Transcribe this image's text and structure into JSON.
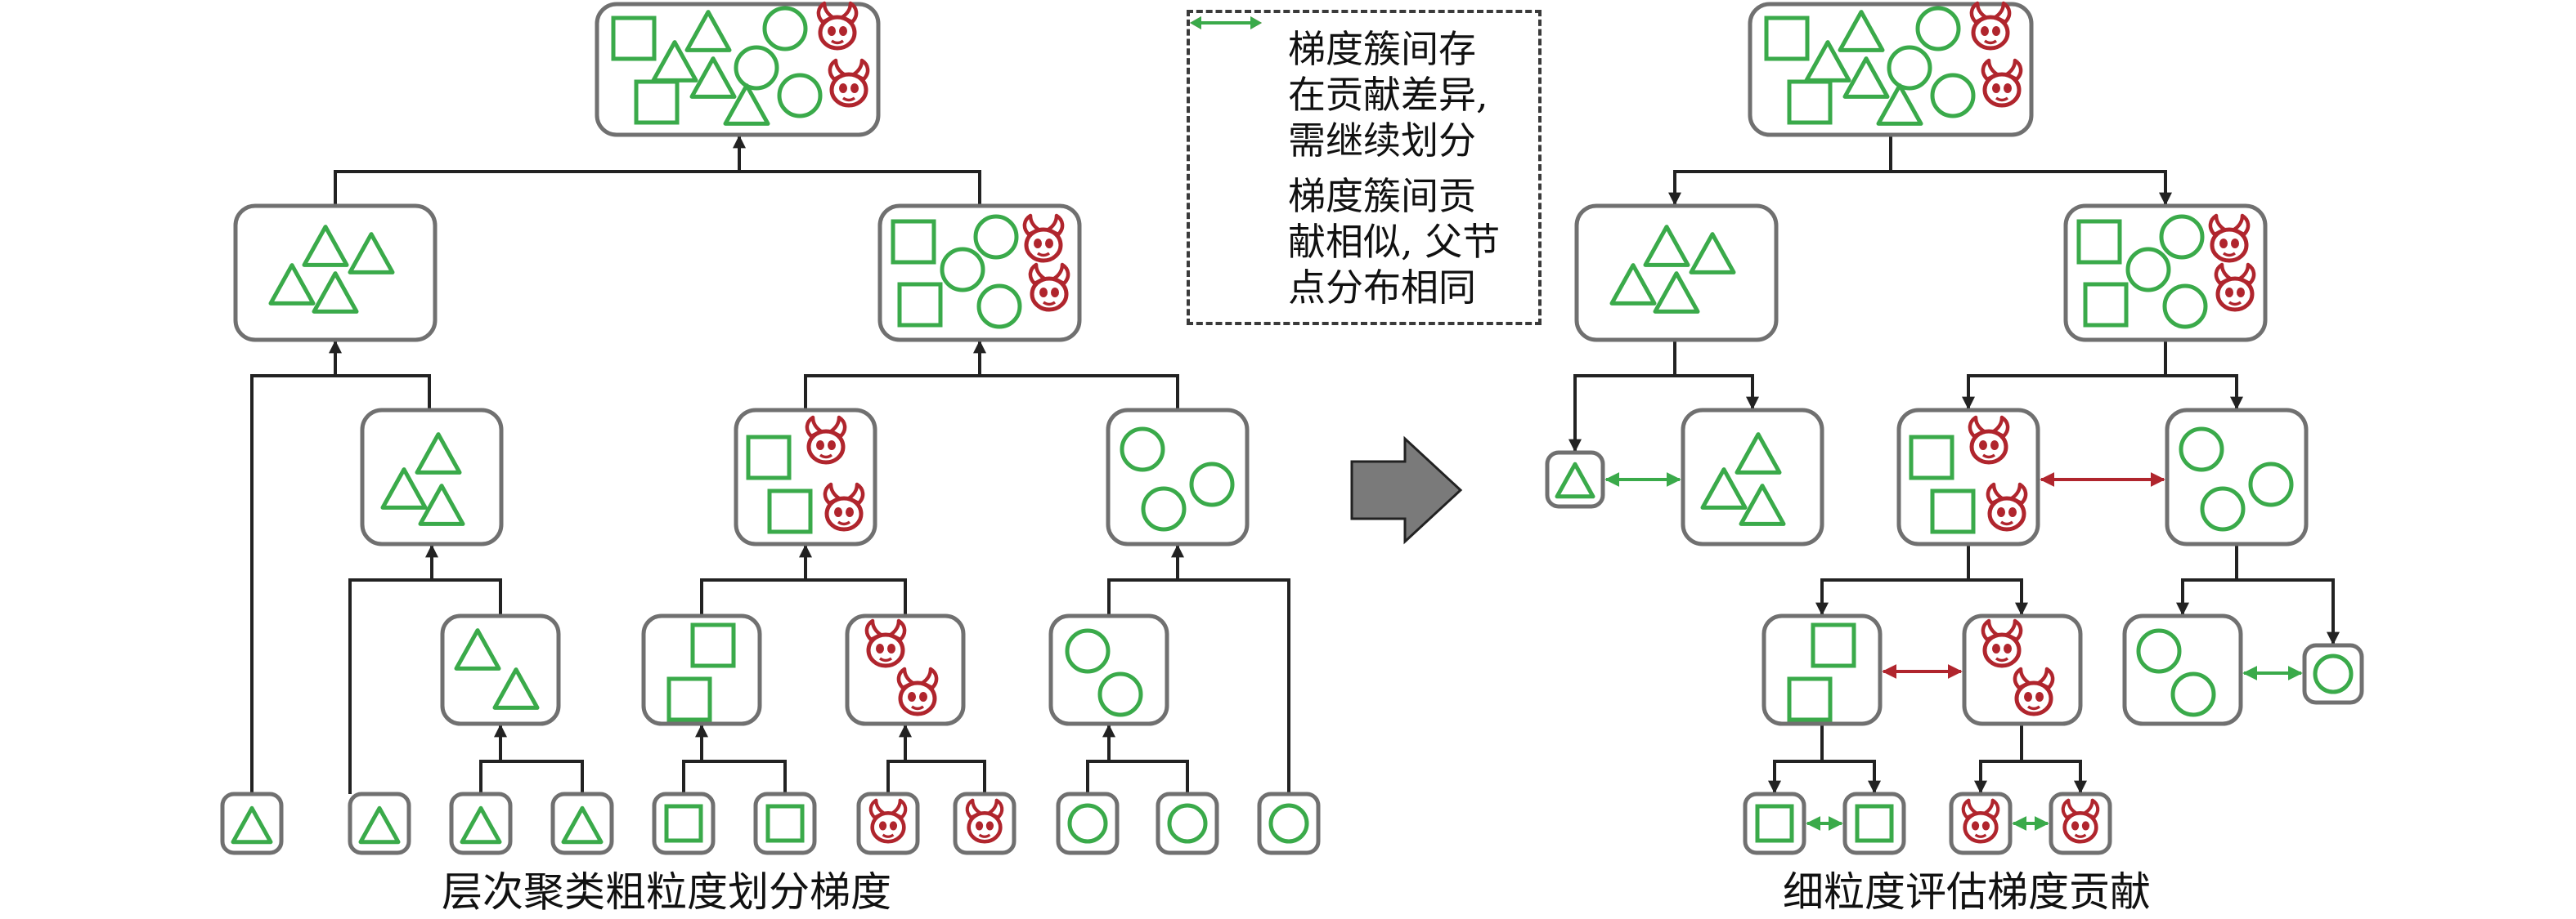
{
  "colors": {
    "green": "#3aaa4a",
    "red": "#b0252d",
    "box": "#707070",
    "line": "#222222",
    "arrow_fill": "#7a7a7a"
  },
  "legend": {
    "diff": {
      "lines": [
        "梯度簇间存",
        "在贡献差异,",
        "需继续划分"
      ],
      "color": "#b0252d"
    },
    "similar": {
      "lines": [
        "梯度簇间贡",
        "献相似, 父节",
        "点分布相同"
      ],
      "color": "#3aaa4a"
    }
  },
  "captions": {
    "left": "层次聚类粗粒度划分梯度",
    "right": "细粒度评估梯度贡献"
  },
  "icons": [
    "square-icon",
    "triangle-icon",
    "circle-icon",
    "devil-icon"
  ]
}
